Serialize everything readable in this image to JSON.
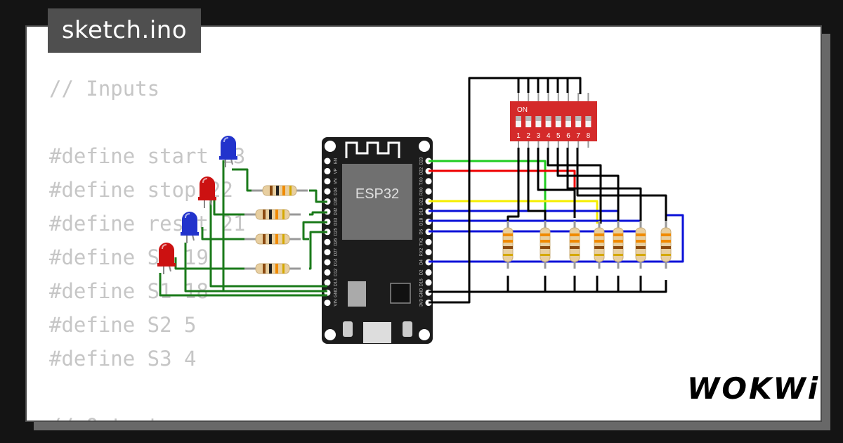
{
  "title": "sketch.ino",
  "code_lines": [
    "// Inputs",
    "",
    "#define start 23",
    "#define stop 22",
    "#define reset 21",
    "#define S0 19",
    "#define S1 18",
    "#define S2 5",
    "#define S3 4",
    "",
    "// Outputs"
  ],
  "board": {
    "label": "ESP32",
    "left_pins": [
      "EN",
      "VP",
      "VN",
      "D34",
      "D35",
      "D32",
      "D33",
      "D25",
      "D26",
      "D27",
      "D14",
      "D12",
      "D13",
      "GND",
      "VIN"
    ],
    "right_pins": [
      "D23",
      "D22",
      "TX0",
      "RX0",
      "D21",
      "D19",
      "D18",
      "D5",
      "TX2",
      "RX2",
      "D4",
      "D2",
      "D15",
      "GND",
      "3V3"
    ]
  },
  "dip_switch": {
    "on_label": "ON",
    "numbers": [
      "1",
      "2",
      "3",
      "4",
      "5",
      "6",
      "7",
      "8"
    ]
  },
  "leds": [
    {
      "color": "#2233cc",
      "name": "blue"
    },
    {
      "color": "#cc1111",
      "name": "red"
    },
    {
      "color": "#2233cc",
      "name": "blue"
    },
    {
      "color": "#cc1111",
      "name": "red"
    }
  ],
  "wire_colors": {
    "green": "#1a7a1a",
    "bright_green": "#22cc22",
    "red": "#ee0000",
    "yellow": "#f5ee00",
    "blue": "#0a10d8",
    "black": "#000000"
  },
  "logo": "WOKWi"
}
